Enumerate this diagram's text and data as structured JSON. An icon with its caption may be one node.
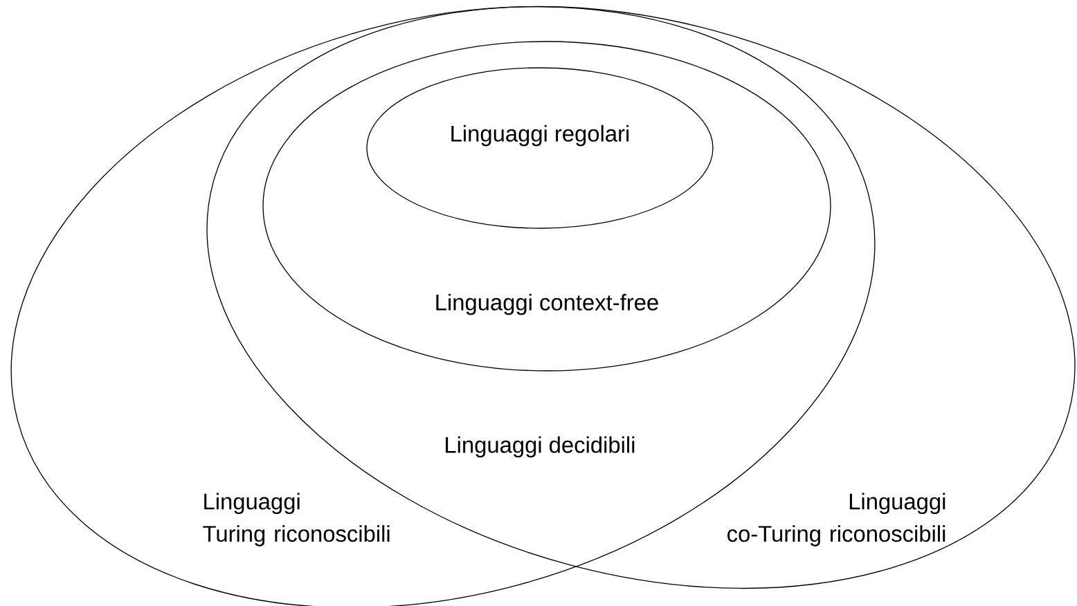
{
  "diagram": {
    "nodes": [
      {
        "text": [
          "Linguaggi Turing riconoscibili"
        ]
      },
      {
        "text": [
          "Linguaggi co-Turing riconoscibili"
        ]
      },
      {
        "text": [
          "Linguaggi context-free"
        ]
      },
      {
        "text": [
          "Linguaggi regolari"
        ],
        "in": 2
      }
    ],
    "labels": [
      "Linguaggi decidibili"
    ]
  }
}
